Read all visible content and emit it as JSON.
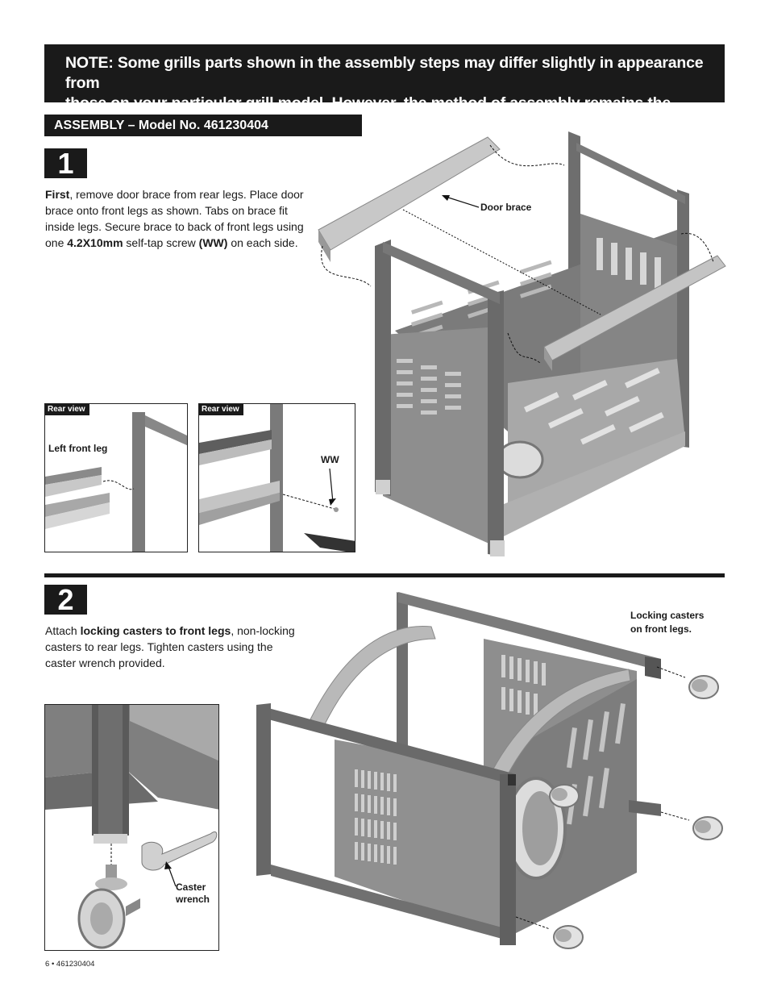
{
  "note": {
    "line1": "NOTE:  Some grills parts shown in the assembly steps may differ slightly in appearance from",
    "line2": "those on your particular grill model. However, the method of assembly remains the same."
  },
  "assembly_header": "ASSEMBLY – Model No. 461230404",
  "step1": {
    "number": "1",
    "first": "First",
    "text_a": ", remove door brace from rear legs. Place door brace onto front legs as shown. Tabs on brace fit inside legs. Secure brace to back of front legs using one ",
    "screw": "4.2X10mm",
    "text_b": " self-tap screw ",
    "screw_code": "(WW)",
    "text_c": " on each side.",
    "door_brace_label": "Door brace",
    "inset_left": {
      "tag": "Rear view",
      "label": "Left front leg"
    },
    "inset_right": {
      "tag": "Rear view",
      "label": "WW"
    }
  },
  "step2": {
    "number": "2",
    "text_a": "Attach ",
    "bold": "locking casters to front legs",
    "text_b": ", non-locking casters to rear legs. Tighten casters using the caster wrench provided.",
    "locking_label_1": "Locking casters",
    "locking_label_2": "on front legs.",
    "wrench_label_1": "Caster",
    "wrench_label_2": "wrench"
  },
  "footer": {
    "page": "6",
    "bullet": "•",
    "model": "461230404"
  },
  "colors": {
    "dark": "#1a1a1a",
    "metal": "#8c8c8c",
    "metal_light": "#c8c8c8",
    "metal_dark": "#5e5e5e"
  }
}
